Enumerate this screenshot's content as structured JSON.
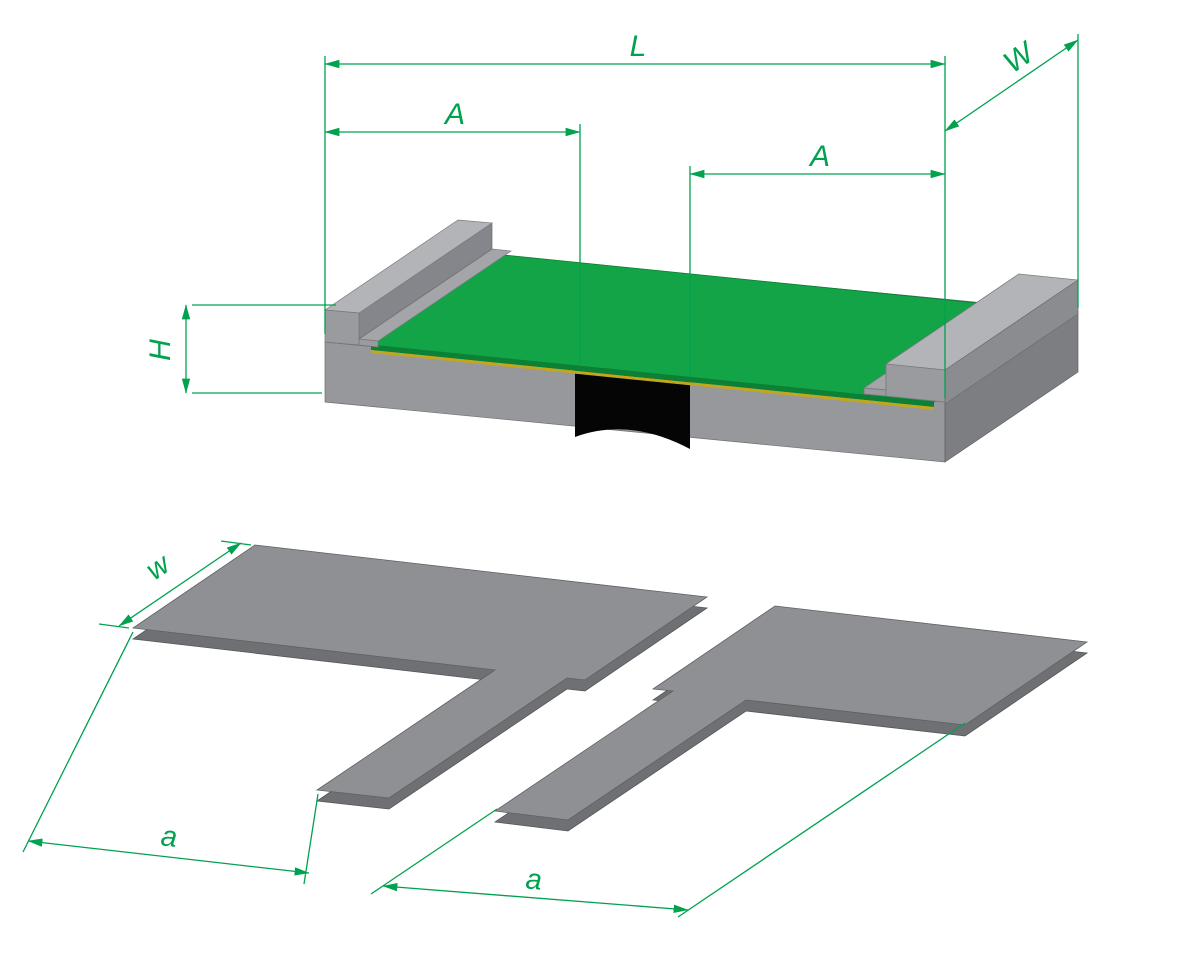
{
  "drawing": {
    "colors": {
      "dimension": "#00a24f",
      "substrate-front": "#97989c",
      "substrate-side": "#7d7e82",
      "substrate-top": "#a6a7ab",
      "terminal-top": "#b3b4b8",
      "terminal-front": "#9a9b9f",
      "terminal-inner": "#85868b",
      "terminal-ledge": "#a4a5a9",
      "terminal-side": "#8b8c90",
      "resist-green": "#12a447",
      "resist-edge": "#0c8035",
      "glass-yellow": "#bfa81f",
      "marking-black": "#050505",
      "pad-top": "#8e9094",
      "pad-side": "#6e7074"
    },
    "top_figure": {
      "labels": {
        "length": "L",
        "width": "W",
        "terminal_left": "A",
        "terminal_right": "A",
        "height": "H"
      }
    },
    "bottom_figure": {
      "labels": {
        "pad_width": "w",
        "pad_length_left": "a",
        "pad_length_right": "a"
      }
    }
  }
}
